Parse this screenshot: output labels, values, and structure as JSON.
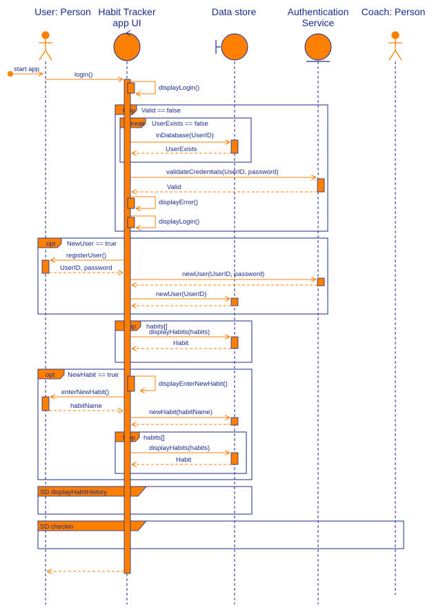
{
  "participants": [
    {
      "label": "User: Person",
      "lines": [
        "User: Person"
      ]
    },
    {
      "label": "Habit Tracker app UI",
      "lines": [
        "Habit Tracker",
        "app UI"
      ]
    },
    {
      "label": "Data store",
      "lines": [
        "Data store"
      ]
    },
    {
      "label": "Authentication Service",
      "lines": [
        "Authentication",
        "Service"
      ]
    },
    {
      "label": "Coach: Person",
      "lines": [
        "Coach: Person"
      ]
    }
  ],
  "messages": {
    "start_app": "start app",
    "login": "login()",
    "display_login_1": "displayLogin()",
    "in_database": "inDatabase(UserID)",
    "user_exists": "UserExists",
    "validate_credentials": "validateCredentials(UserID, password)",
    "valid": "Valid",
    "display_error": "displayError()",
    "display_login_2": "displayLogin()",
    "register_user": "registerUser()",
    "userid_password": "UserID, password",
    "new_user_auth": "newUser(UserID, password)",
    "new_user_store": "newUser(UserID)",
    "display_habits_1": "displayHabits(habits)",
    "habit_1": "Habit",
    "display_enter_new_habit": "displayEnterNewHabit()",
    "enter_new_habit": "enterNewHabit()",
    "habit_name": "habitName",
    "new_habit": "newHabit(habitName)",
    "display_habits_2": "displayHabits(habits)",
    "habit_2": "Habit"
  },
  "frames": {
    "loop_valid": {
      "tag": "loop",
      "guard": "Valid == false"
    },
    "break_exists": {
      "tag": "break",
      "guard": "UserExists == false"
    },
    "opt_new_user": {
      "tag": "opt",
      "guard": "NewUser == true"
    },
    "loop_habits_1": {
      "tag": "loop",
      "guard": "habits[]"
    },
    "opt_new_habit": {
      "tag": "opt",
      "guard": "NewHabit == true"
    },
    "loop_habits_2": {
      "tag": "loop",
      "guard": "habits[]"
    },
    "sd_history": {
      "tag": "SD displayHabitHistory"
    },
    "sd_checkin": {
      "tag": "SD checkin"
    }
  },
  "colors": {
    "orange": "#ff7f00",
    "text": "#1a2a8a",
    "lifeline": "#1a2a8a",
    "frame": "#1a2a8a"
  }
}
